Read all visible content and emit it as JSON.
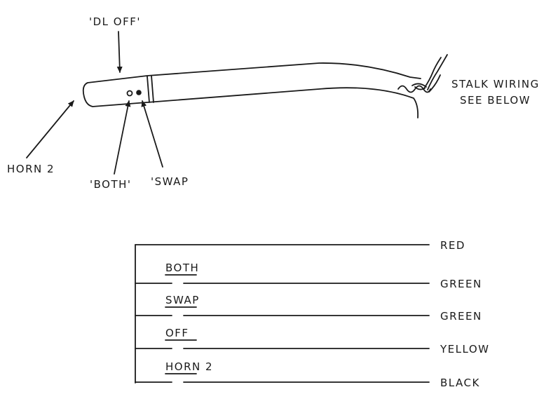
{
  "stalk_labels": {
    "dl_off": "'DL OFF'",
    "stalk_wiring_line1": "STALK WIRING",
    "stalk_wiring_line2": "SEE BELOW",
    "horn2": "HORN 2",
    "both": "'BOTH'",
    "swap": "'SWAP"
  },
  "wiring": {
    "wires": [
      {
        "switch_label": "",
        "wire_label": "RED"
      },
      {
        "switch_label": "BOTH",
        "wire_label": "GREEN"
      },
      {
        "switch_label": "SWAP",
        "wire_label": "GREEN"
      },
      {
        "switch_label": "OFF",
        "wire_label": "YELLOW"
      },
      {
        "switch_label": "HORN 2",
        "wire_label": "BLACK"
      }
    ]
  }
}
